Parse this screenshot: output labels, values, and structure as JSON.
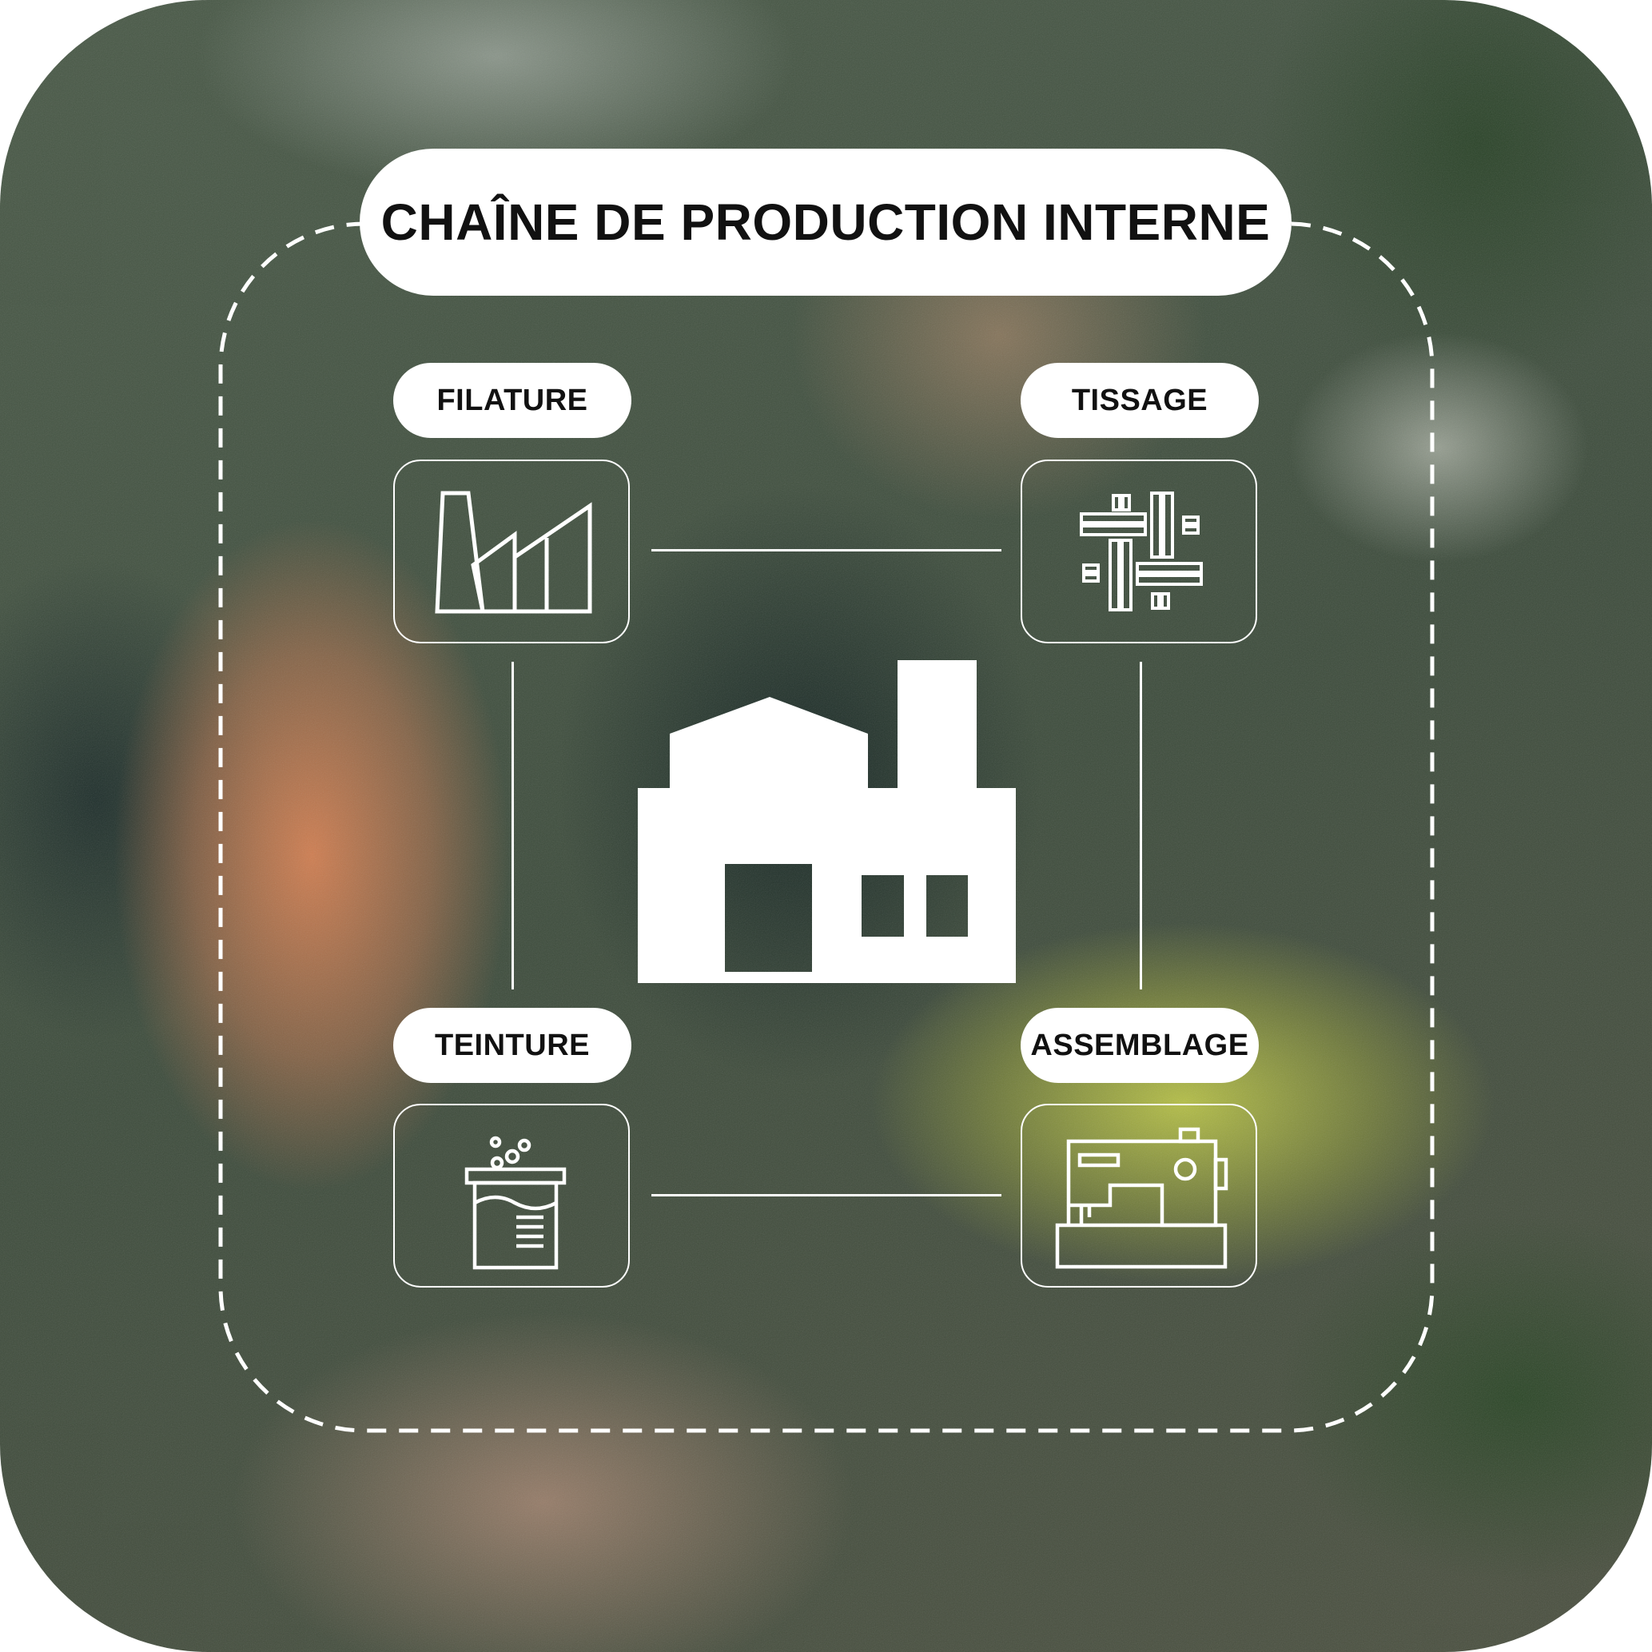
{
  "title": "CHAÎNE DE PRODUCTION INTERNE",
  "center_icon": "factory-icon",
  "steps": [
    {
      "label": "FILATURE",
      "icon": "spinning-mill-icon"
    },
    {
      "label": "TISSAGE",
      "icon": "woven-pattern-icon"
    },
    {
      "label": "TEINTURE",
      "icon": "dye-vat-icon"
    },
    {
      "label": "ASSEMBLAGE",
      "icon": "sewing-machine-icon"
    }
  ],
  "colors": {
    "foreground": "#ffffff",
    "label_text": "#111111"
  }
}
